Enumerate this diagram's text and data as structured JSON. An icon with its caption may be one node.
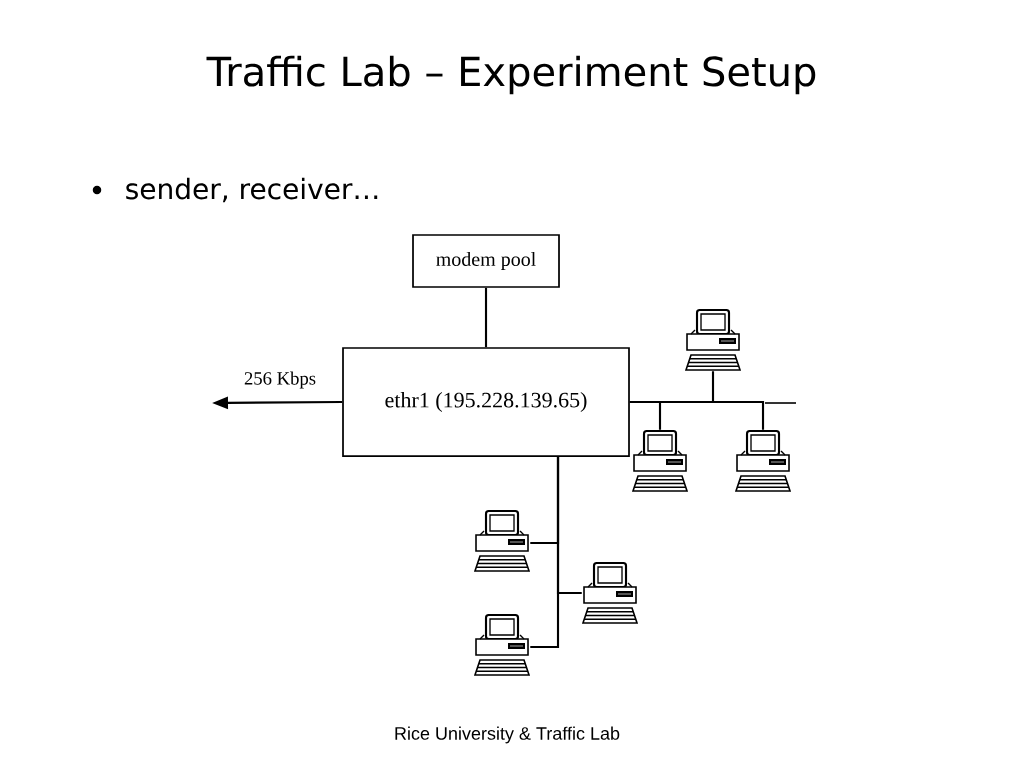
{
  "diagram": {
    "title": "Traffic Lab – Experiment Setup",
    "nodes": [
      {
        "text": [
          "modem pool"
        ]
      },
      {
        "text": [
          "ethr1 (195.228.139.65)"
        ]
      },
      {
        "text": [],
        "shape": "computer"
      },
      {
        "text": [],
        "shape": "computer"
      },
      {
        "text": [],
        "shape": "computer"
      },
      {
        "text": [],
        "shape": "computer"
      },
      {
        "text": [],
        "shape": "computer"
      },
      {
        "text": [],
        "shape": "computer"
      }
    ],
    "edges": [
      {
        "from": 0,
        "to": 1,
        "arrow": "none"
      },
      {
        "from": 1,
        "to": null,
        "arrow": "to",
        "label": "256 Kbps"
      },
      {
        "from": 1,
        "to": 2,
        "arrow": "none"
      },
      {
        "from": 1,
        "to": 3,
        "arrow": "none"
      },
      {
        "from": 1,
        "to": 4,
        "arrow": "none"
      },
      {
        "from": 1,
        "to": 5,
        "arrow": "none"
      },
      {
        "from": 1,
        "to": 6,
        "arrow": "none"
      },
      {
        "from": 1,
        "to": 7,
        "arrow": "none"
      }
    ],
    "labels": [
      "sender, receiver…",
      "Rice University & Traffic Lab"
    ]
  }
}
